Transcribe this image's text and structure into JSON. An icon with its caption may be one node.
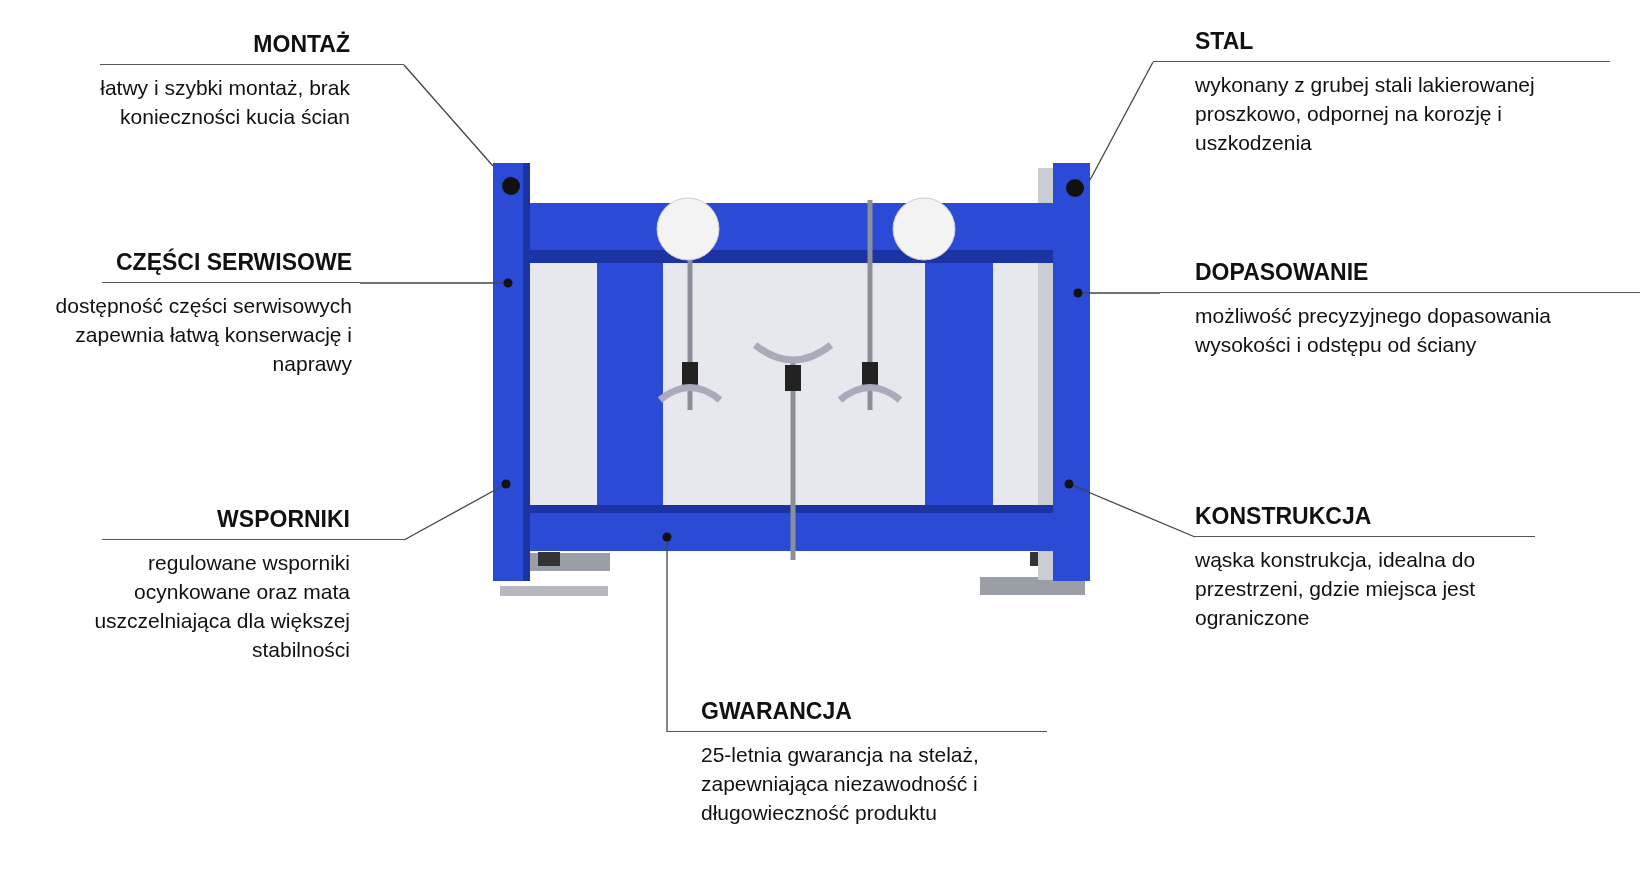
{
  "diagram": {
    "nodes": [
      {
        "text": [
          "MONTAŻ",
          "łatwy i szybki montaż, brak konieczności kucia ścian"
        ]
      },
      {
        "text": [
          "STAL",
          "wykonany z grubej stali lakierowanej proszkowo, odpornej na korozję i uszkodzenia"
        ]
      },
      {
        "text": [
          "CZĘŚCI SERWISOWE",
          "dostępność części serwisowych zapewnia łatwą konserwację i naprawy"
        ]
      },
      {
        "text": [
          "DOPASOWANIE",
          "możliwość precyzyjnego dopasowania wysokości i odstępu od ściany"
        ]
      },
      {
        "text": [
          "WSPORNIKI",
          "regulowane wsporniki ocynkowane oraz mata uszczelniająca dla większej stabilności"
        ]
      },
      {
        "text": [
          "KONSTRUKCJA",
          "wąska konstrukcja, idealna do przestrzeni, gdzie miejsca jest ograniczone"
        ]
      },
      {
        "text": [
          "GWARANCJA",
          "25-letnia gwarancja na stelaż, zapewniająca niezawodność i długowieczność produktu"
        ]
      }
    ],
    "edges": [
      {
        "from": 0,
        "to": null,
        "arrow": "none"
      },
      {
        "from": 1,
        "to": null,
        "arrow": "none"
      },
      {
        "from": 2,
        "to": null,
        "arrow": "other"
      },
      {
        "from": 3,
        "to": null,
        "arrow": "other"
      },
      {
        "from": 4,
        "to": null,
        "arrow": "other"
      },
      {
        "from": 5,
        "to": null,
        "arrow": "other"
      },
      {
        "from": 6,
        "to": null,
        "arrow": "other"
      }
    ]
  }
}
